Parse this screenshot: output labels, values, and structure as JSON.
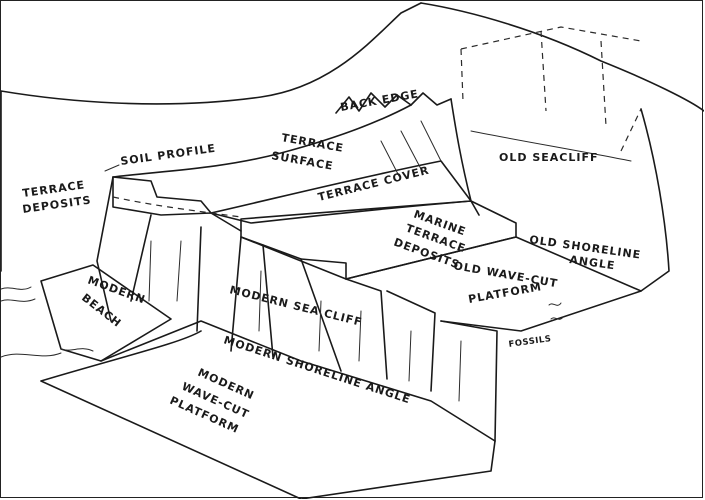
{
  "labels": {
    "back_edge": "BACK EDGE",
    "soil_profile": "SOIL PROFILE",
    "terrace_surface_1": "TERRACE",
    "terrace_surface_2": "SURFACE",
    "terrace_cover": "TERRACE COVER",
    "old_seacliff": "OLD SEACLIFF",
    "terrace_deposits_1": "TERRACE",
    "terrace_deposits_2": "DEPOSITS",
    "marine_terrace_deposits_1": "MARINE",
    "marine_terrace_deposits_2": "TERRACE",
    "marine_terrace_deposits_3": "DEPOSITS",
    "old_shoreline_angle_1": "OLD SHORELINE",
    "old_shoreline_angle_2": "ANGLE",
    "old_wave_cut_platform_1": "OLD WAVE-CUT",
    "old_wave_cut_platform_2": "PLATFORM",
    "modern_beach_1": "MODERN",
    "modern_beach_2": "BEACH",
    "modern_sea_cliff": "MODERN SEA CLIFF",
    "fossils": "FOSSILS",
    "modern_shoreline_angle": "MODERN SHORELINE ANGLE",
    "modern_wave_cut_platform_1": "MODERN",
    "modern_wave_cut_platform_2": "WAVE-CUT",
    "modern_wave_cut_platform_3": "PLATFORM"
  }
}
